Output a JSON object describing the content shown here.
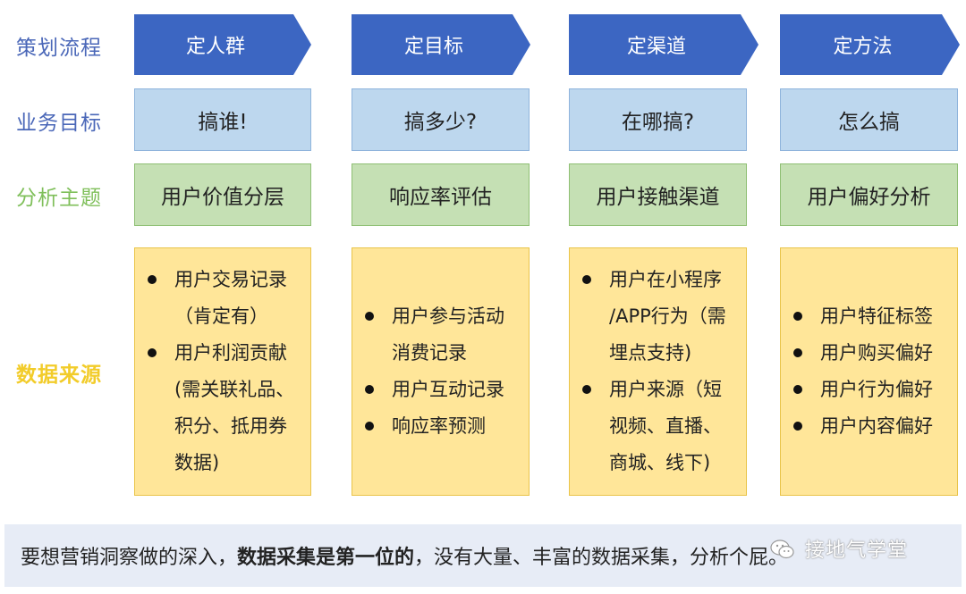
{
  "row_labels": {
    "planning": "策划流程",
    "goal": "业务目标",
    "theme": "分析主题",
    "source": "数据来源"
  },
  "columns": [
    {
      "step": "定人群",
      "goal": "搞谁!",
      "theme": "用户价值分层",
      "sources": [
        "用户交易记录\n（肯定有）",
        "用户利润贡献\n(需关联礼品、\n积分、抵用券\n数据)"
      ]
    },
    {
      "step": "定目标",
      "goal": "搞多少?",
      "theme": "响应率评估",
      "sources": [
        "用户参与活动\n消费记录",
        "用户互动记录",
        "响应率预测"
      ]
    },
    {
      "step": "定渠道",
      "goal": "在哪搞?",
      "theme": "用户接触渠道",
      "sources": [
        "用户在小程序\n/APP行为（需\n埋点支持)",
        "用户来源（短\n视频、直播、\n商城、线下)"
      ]
    },
    {
      "step": "定方法",
      "goal": "怎么搞",
      "theme": "用户偏好分析",
      "sources": [
        "用户特征标签",
        "用户购买偏好",
        "用户行为偏好",
        "用户内容偏好"
      ]
    }
  ],
  "banner": {
    "prefix": "要想营销洞察做的深入，",
    "bold": "数据采集是第一位的",
    "suffix": "，没有大量、丰富的数据采集，分析个屁。"
  },
  "watermark": {
    "icon": "wechat-icon",
    "text": "接地气学堂"
  },
  "colors": {
    "chevron": "#3c66c2",
    "goal_fill": "#bdd7ee",
    "theme_fill": "#c5e0b4",
    "source_fill": "#ffe699",
    "banner_fill": "#e7ecf6"
  }
}
